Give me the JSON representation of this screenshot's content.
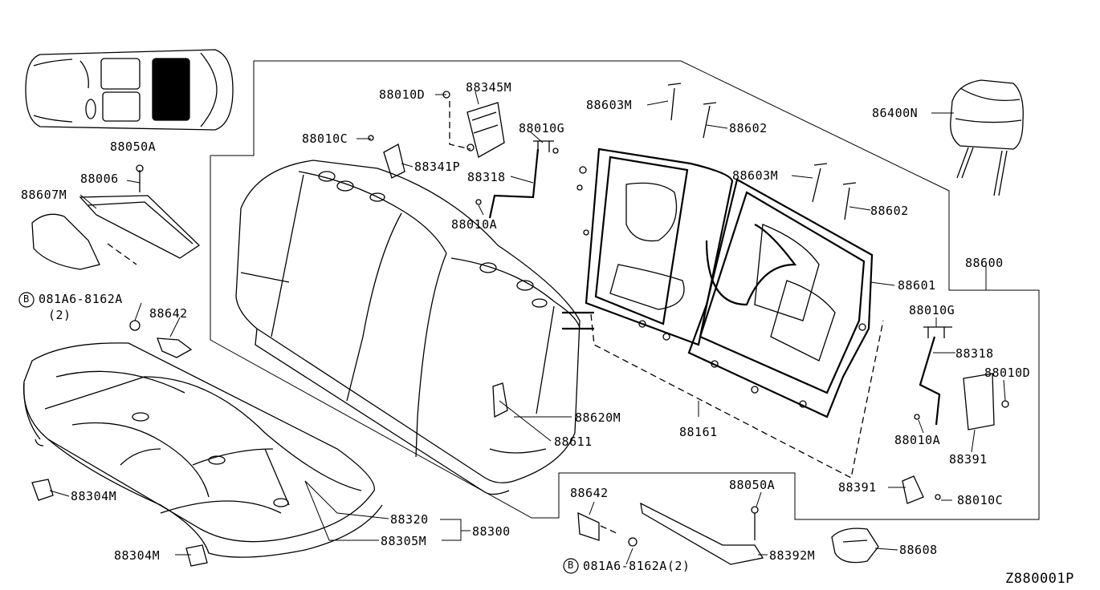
{
  "diagram_id": "Z880001P",
  "vehicle_ref_label": "88050A",
  "labels": {
    "p88006": "88006",
    "p88607M": "88607M",
    "p081A6_left": "081A6-8162A",
    "p081A6_left_qty": "(2)",
    "p88642_left": "88642",
    "p88304M_top": "88304M",
    "p88304M_bottom": "88304M",
    "p88320": "88320",
    "p88305M": "88305M",
    "p88300": "88300",
    "p88620M": "88620M",
    "p88611": "88611",
    "p88010D_top": "88010D",
    "p88345M": "88345M",
    "p88010C_top": "88010C",
    "p88341P": "88341P",
    "p88010G_top": "88010G",
    "p88318_top": "88318",
    "p88010A_top": "88010A",
    "p88603M_top": "88603M",
    "p88602_top": "88602",
    "p88603M_mid": "88603M",
    "p88602_mid": "88602",
    "p86400N": "86400N",
    "p88600": "88600",
    "p88601": "88601",
    "p88161": "88161",
    "p88010G_right": "88010G",
    "p88318_right": "88318",
    "p88010D_right": "88010D",
    "p88010A_right": "88010A",
    "p88391_right": "88391",
    "p88391_bottom": "88391",
    "p88010C_bottom": "88010C",
    "p88642_bottom": "88642",
    "p88050A_bottom": "88050A",
    "p88392M": "88392M",
    "p88608": "88608",
    "p081A6_bottom": "081A6-8162A(2)",
    "bolt_marker": "B"
  }
}
